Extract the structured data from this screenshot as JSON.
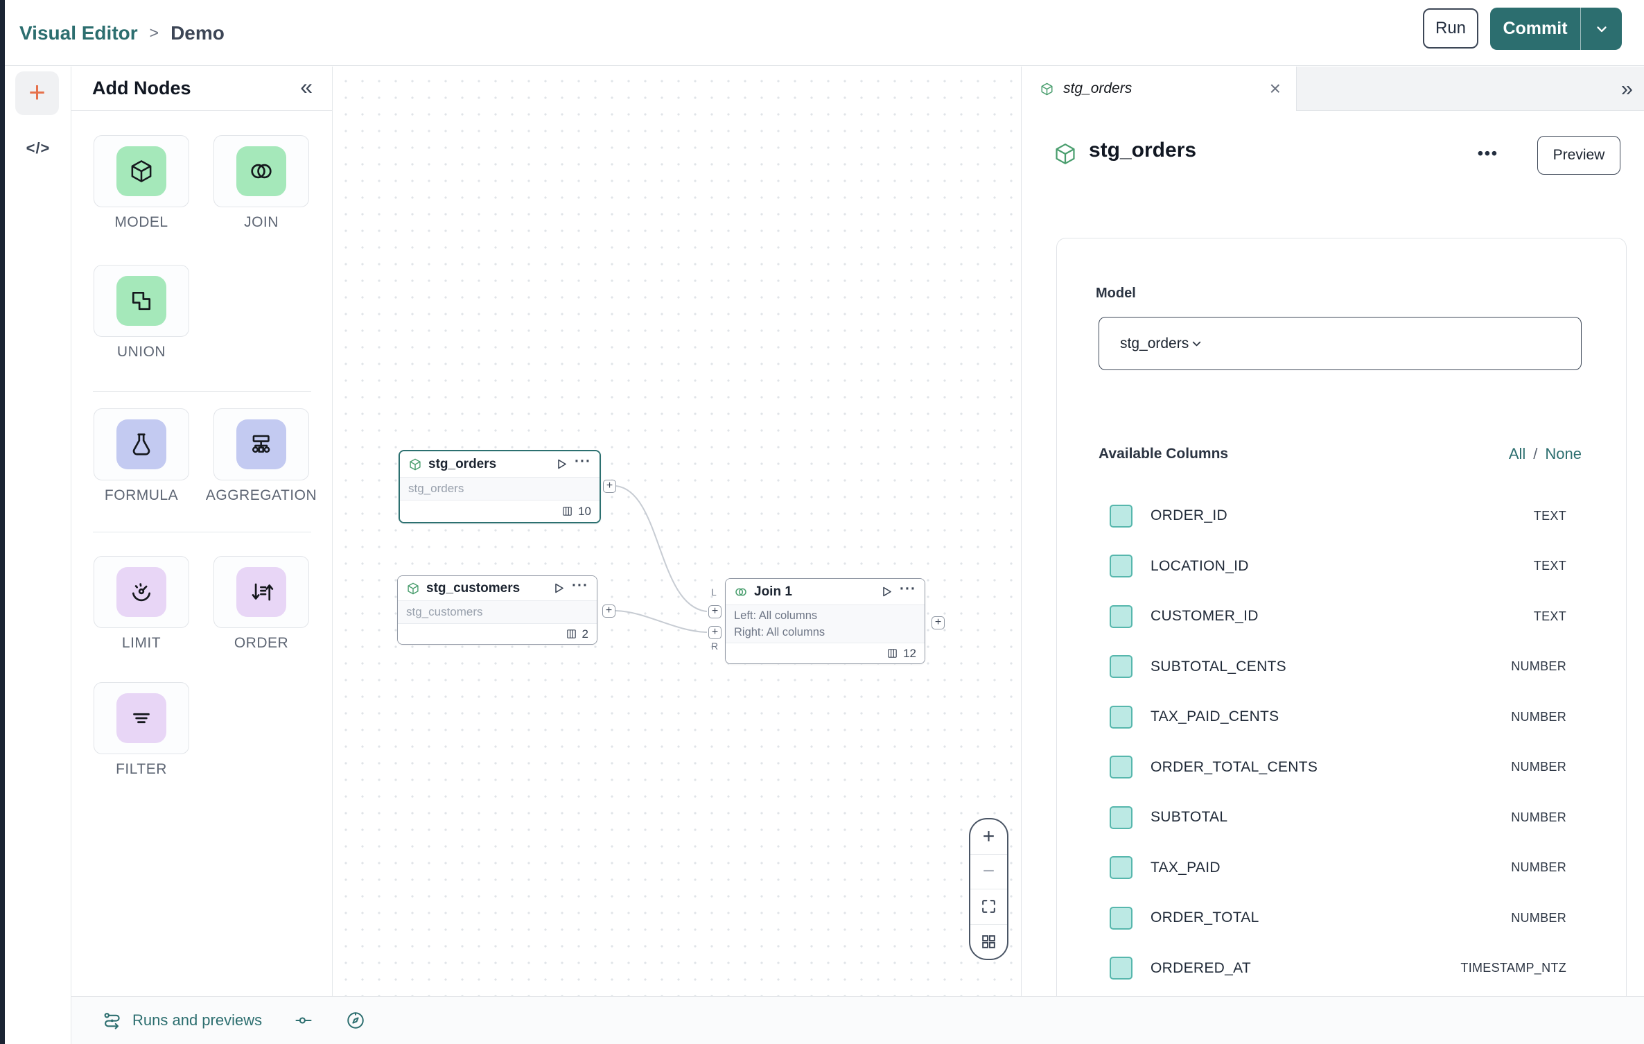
{
  "topbar": {
    "breadcrumb_root": "Visual Editor",
    "breadcrumb_separator": ">",
    "breadcrumb_current": "Demo",
    "run_label": "Run",
    "commit_label": "Commit"
  },
  "left_rail": {
    "add_icon": "+",
    "code_icon": "</>"
  },
  "add_nodes": {
    "title": "Add Nodes",
    "collapse_icon": "«",
    "tiles": [
      {
        "label": "MODEL"
      },
      {
        "label": "JOIN"
      },
      {
        "label": "UNION"
      },
      {
        "label": "FORMULA"
      },
      {
        "label": "AGGREGATION"
      },
      {
        "label": "LIMIT"
      },
      {
        "label": "ORDER"
      },
      {
        "label": "FILTER"
      }
    ]
  },
  "canvas": {
    "port_plus": "+",
    "nodes": {
      "stg_orders": {
        "title": "stg_orders",
        "model_ref": "stg_orders",
        "column_count": "10",
        "menu_dots": "···"
      },
      "stg_customers": {
        "title": "stg_customers",
        "model_ref": "stg_customers",
        "column_count": "2",
        "menu_dots": "···"
      },
      "join1": {
        "title": "Join 1",
        "left_line": "Left: All columns",
        "right_line": "Right: All columns",
        "column_count": "12",
        "left_port_label": "L",
        "right_port_label": "R",
        "menu_dots": "···"
      }
    },
    "zoom_controls": {
      "zoom_in": "+",
      "zoom_out": "−"
    }
  },
  "inspector": {
    "tab_title": "stg_orders",
    "tab_close_icon": "×",
    "expand_icon": "»",
    "panel_title": "stg_orders",
    "menu_dots": "•••",
    "preview_label": "Preview",
    "model_label": "Model",
    "model_value": "stg_orders",
    "available_columns_label": "Available Columns",
    "select_all": "All",
    "select_separator": "/",
    "select_none": "None",
    "columns": [
      {
        "name": "ORDER_ID",
        "type": "TEXT"
      },
      {
        "name": "LOCATION_ID",
        "type": "TEXT"
      },
      {
        "name": "CUSTOMER_ID",
        "type": "TEXT"
      },
      {
        "name": "SUBTOTAL_CENTS",
        "type": "NUMBER"
      },
      {
        "name": "TAX_PAID_CENTS",
        "type": "NUMBER"
      },
      {
        "name": "ORDER_TOTAL_CENTS",
        "type": "NUMBER"
      },
      {
        "name": "SUBTOTAL",
        "type": "NUMBER"
      },
      {
        "name": "TAX_PAID",
        "type": "NUMBER"
      },
      {
        "name": "ORDER_TOTAL",
        "type": "NUMBER"
      },
      {
        "name": "ORDERED_AT",
        "type": "TIMESTAMP_NTZ"
      }
    ]
  },
  "bottom_bar": {
    "runs_label": "Runs and previews"
  },
  "colors": {
    "brand_teal": "#2c6e6f",
    "node_icon_green": "#4a9e6e",
    "tile_green": "#a5e8ba",
    "tile_periwinkle": "#c3caf1",
    "tile_purple": "#e8d6f6",
    "checkbox_fill": "#bce9e4",
    "checkbox_border": "#57b7ad",
    "selected_node_border": "#2c7070",
    "accent_orange": "#e6714b"
  }
}
